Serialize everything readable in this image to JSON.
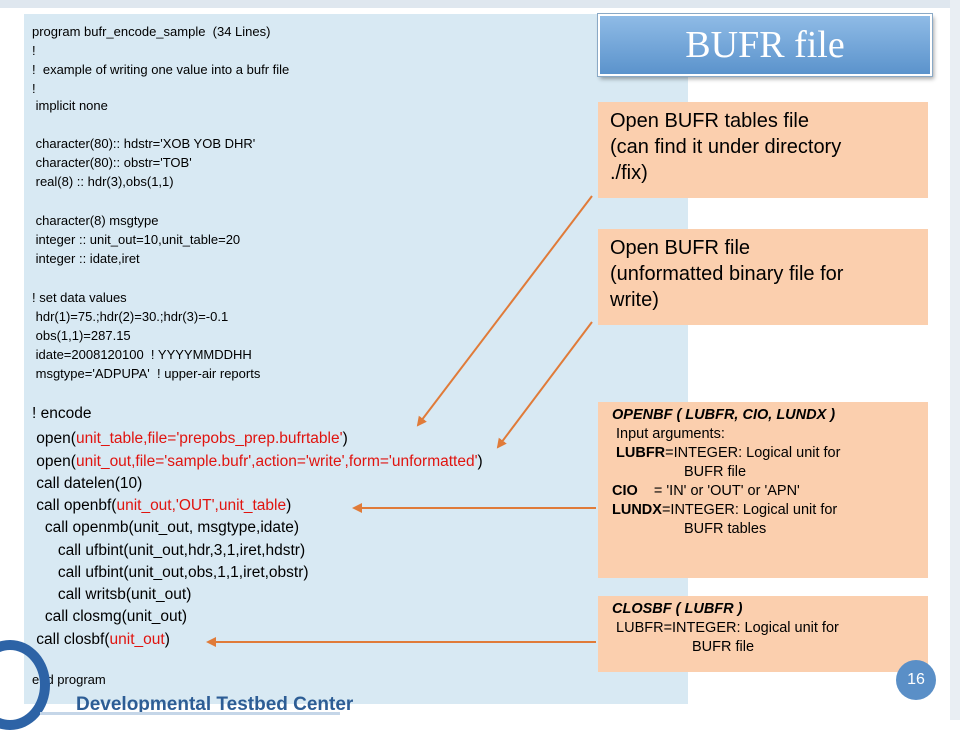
{
  "title": "BUFR file",
  "page_number": "16",
  "footer": "Developmental Testbed Center",
  "code": {
    "small_lines": [
      "program bufr_encode_sample  (34 Lines)",
      "!",
      "!  example of writing one value into a bufr file",
      "!",
      " implicit none",
      "",
      " character(80):: hdstr='XOB YOB DHR'",
      " character(80):: obstr='TOB'",
      " real(8) :: hdr(3),obs(1,1)",
      "",
      " character(8) msgtype",
      " integer :: unit_out=10,unit_table=20",
      " integer :: idate,iret",
      "",
      "! set data values",
      " hdr(1)=75.;hdr(2)=30.;hdr(3)=-0.1",
      " obs(1,1)=287.15",
      " idate=2008120100  ! YYYYMMDDHH",
      " msgtype='ADPUPA'  ! upper-air reports"
    ],
    "encode_label": "! encode",
    "open_table": {
      "a": " open(",
      "b": "unit_table,file='prepobs_prep.bufrtable'",
      "c": ")"
    },
    "open_out": {
      "a": " open(",
      "b": "unit_out,file='sample.bufr',action='write',form='unformatted'",
      "c": ")"
    },
    "datelen": " call datelen(10)",
    "openbf": {
      "a": " call openbf(",
      "b": "unit_out,'OUT',unit_table",
      "c": ")"
    },
    "openmb": "   call openmb(unit_out, msgtype,idate)",
    "ufbint1": "      call ufbint(unit_out,hdr,3,1,iret,hdstr)",
    "ufbint2": "      call ufbint(unit_out,obs,1,1,iret,obstr)",
    "writsb": "      call writsb(unit_out)",
    "closmg": "   call closmg(unit_out)",
    "closbf": {
      "a": " call closbf(",
      "b": "unit_out",
      "c": ")"
    },
    "end": "end program"
  },
  "notes": {
    "tables": [
      "Open BUFR tables file",
      "(can find it under directory",
      "./fix)"
    ],
    "file": [
      "Open BUFR file",
      "(unformatted binary file for",
      "write)"
    ],
    "openbf": {
      "heading": "OPENBF ( LUBFR, CIO, LUNDX )",
      "input": " Input arguments:",
      "lubfr_key": " LUBFR",
      "lubfr_val": "=INTEGER: Logical unit for",
      "lubfr_cont": "BUFR file",
      "cio_key": "CIO",
      "cio_val": "    = 'IN' or 'OUT' or 'APN'",
      "lundx_key": "LUNDX",
      "lundx_val": "=INTEGER: Logical unit for",
      "lundx_cont": "BUFR tables"
    },
    "closbf": {
      "heading": "CLOSBF ( LUBFR )",
      "line1": " LUBFR=INTEGER: Logical unit for",
      "line2": "BUFR file"
    }
  },
  "colors": {
    "accent_red": "#e0140f",
    "arrow": "#e07b39",
    "note_bg": "#fbcfae",
    "code_bg": "#d8e9f3"
  }
}
